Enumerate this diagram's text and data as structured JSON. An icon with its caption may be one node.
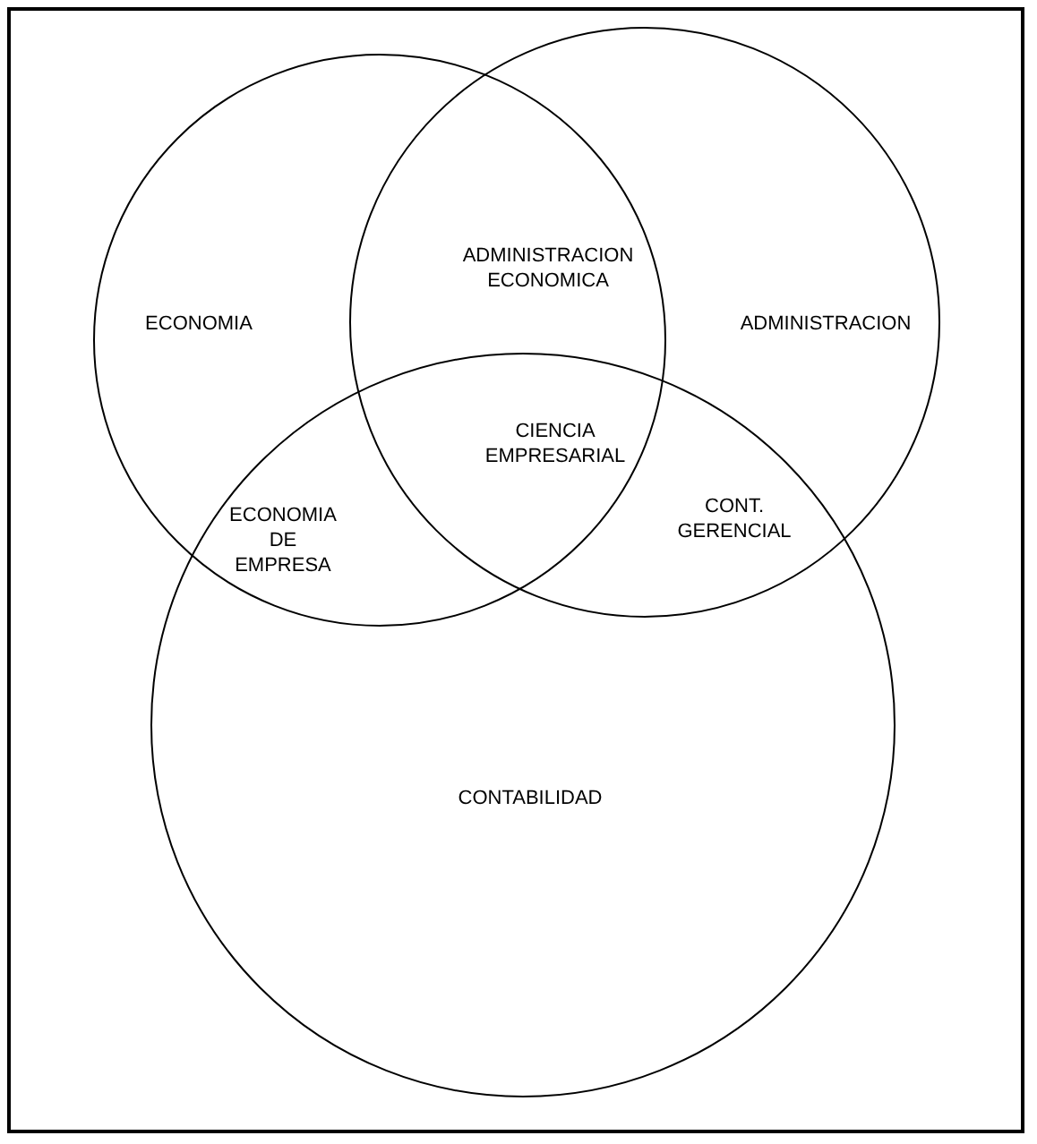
{
  "diagram": {
    "nodes": [
      {
        "text": [
          "ECONOMIA"
        ]
      },
      {
        "text": [
          "ADMINISTRACION"
        ]
      },
      {
        "text": [
          "CONTABILIDAD"
        ]
      }
    ],
    "labels": [
      "ADMINISTRACION ECONOMICA",
      "CIENCIA EMPRESARIAL",
      "ECONOMIA DE EMPRESA",
      "CONT. GERENCIAL"
    ]
  }
}
